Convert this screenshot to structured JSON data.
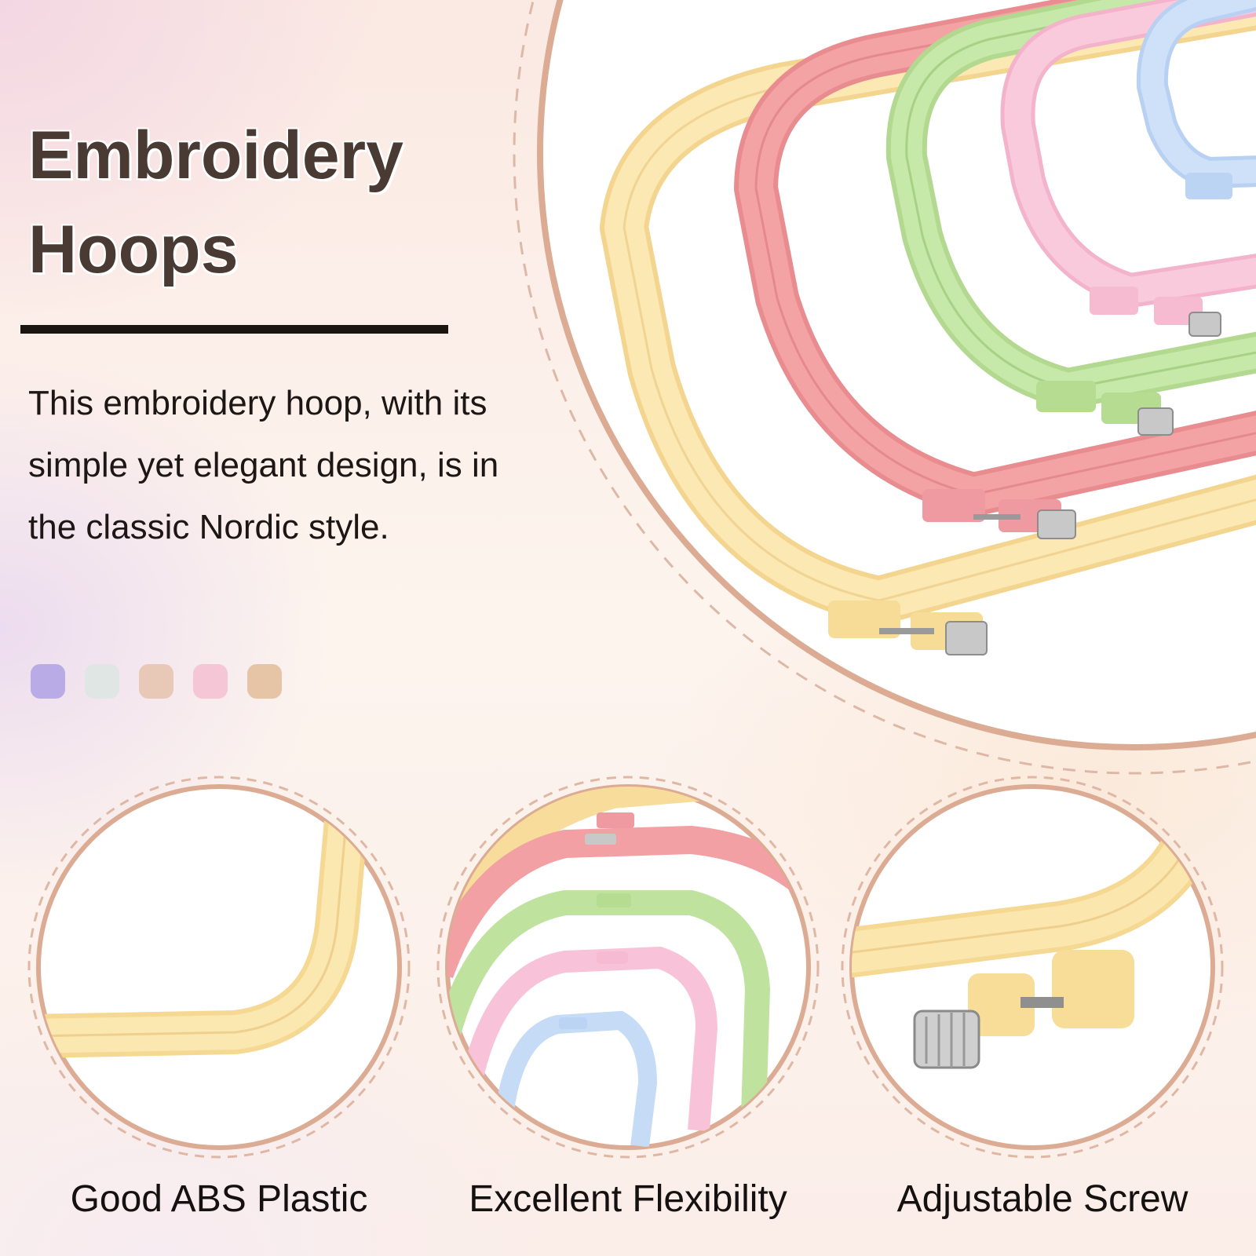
{
  "title_lines": [
    "Embroidery",
    "Hoops"
  ],
  "description": "This embroidery hoop, with its simple yet elegant design, is in the classic Nordic style.",
  "swatches": [
    "#b9abe6",
    "#dfe6e3",
    "#e8c9b8",
    "#f5c7d6",
    "#e6c4a6"
  ],
  "features": [
    {
      "label": "Good ABS Plastic",
      "icon": "hoop-edge-closeup-icon"
    },
    {
      "label": "Excellent Flexibility",
      "icon": "nested-hoops-icon"
    },
    {
      "label": "Adjustable Screw",
      "icon": "hoop-screw-closeup-icon"
    }
  ],
  "colors": {
    "hoop_yellow": "#f9e2a2",
    "hoop_red": "#f2a0a3",
    "hoop_green": "#bfe39f",
    "hoop_pink": "#f8c3d8",
    "hoop_blue": "#c6dcf6",
    "frame_border": "#d7a78f",
    "title_text": "#4a3a34"
  }
}
